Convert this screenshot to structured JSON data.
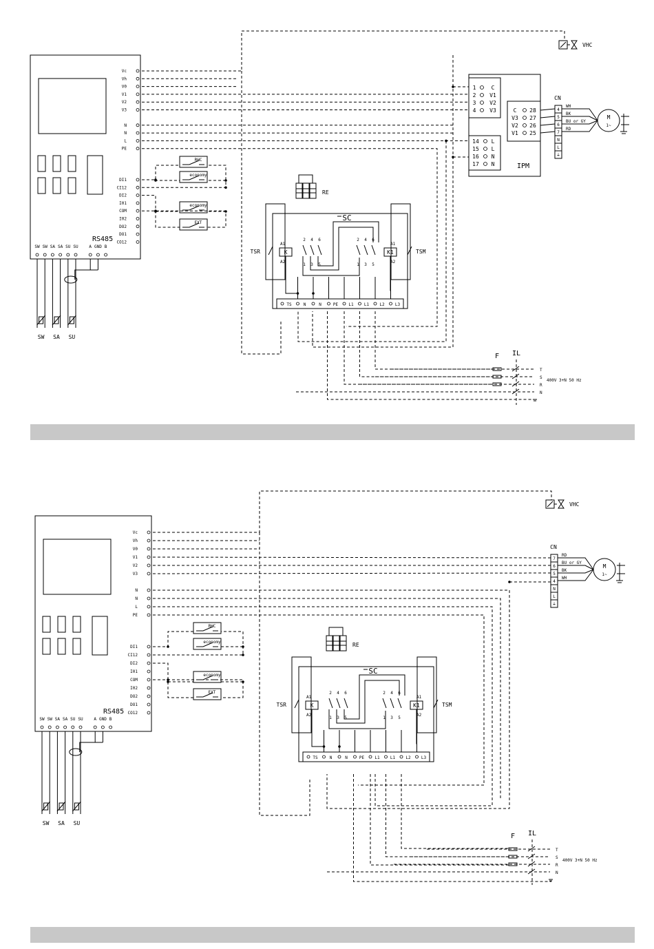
{
  "colors": {
    "ink": "#000000",
    "footer_bar": "#c8c8c8",
    "background": "#ffffff"
  },
  "diagram1": {
    "controller": {
      "pins_right": [
        "Vc",
        "Vh",
        "V0",
        "V1",
        "V2",
        "V3",
        "N",
        "N",
        "L",
        "PE",
        "DI1",
        "CI12",
        "DI2",
        "I01",
        "COM",
        "I02",
        "DO2",
        "DO1",
        "CO12"
      ],
      "bus_label": "RS485",
      "pins_bottom": [
        "SW",
        "SW",
        "SA",
        "SA",
        "SU",
        "SU",
        "A",
        "GND",
        "B"
      ]
    },
    "sensors": [
      "SW",
      "SA",
      "SU"
    ],
    "contacts": {
      "rhc": "RHC",
      "economy1": "economy",
      "economy2": "economy",
      "ext": "EXT"
    },
    "vhc": "VHC",
    "ipm": {
      "label": "IPM",
      "left_pins": [
        [
          "1",
          "C"
        ],
        [
          "2",
          "V1"
        ],
        [
          "3",
          "V2"
        ],
        [
          "4",
          "V3"
        ]
      ],
      "lower_pins": [
        [
          "14",
          "L"
        ],
        [
          "15",
          "L"
        ],
        [
          "16",
          "N"
        ],
        [
          "17",
          "N"
        ]
      ],
      "inner_pins": [
        [
          "C",
          "28"
        ],
        [
          "V3",
          "27"
        ],
        [
          "V2",
          "26"
        ],
        [
          "V1",
          "25"
        ]
      ]
    },
    "cn": {
      "label": "CN",
      "pins": [
        "4",
        "5",
        "6",
        "7",
        "N",
        "L",
        "⏚"
      ]
    },
    "wires": [
      "WH",
      "BK",
      "BU or GY",
      "RD"
    ],
    "motor": {
      "m": "M",
      "sym": "1~"
    },
    "re": "RE",
    "sc": "SC",
    "tsr": "TSR",
    "tsm": "TSM",
    "relay_k": "K",
    "relay_k1": "K1",
    "a1": "A1",
    "a2": "A2",
    "contact_top": [
      "2",
      "4",
      "6"
    ],
    "contact_bottom": [
      "1",
      "3",
      "5"
    ],
    "terminals": [
      "TS",
      "N",
      "N",
      "PE",
      "L1",
      "L1",
      "L2",
      "L3"
    ],
    "fuse": "F",
    "isolator": "IL",
    "phases": [
      "T",
      "S",
      "R",
      "N"
    ],
    "supply": "400V  3+N  50 Hz"
  },
  "diagram2": {
    "controller": {
      "pins_right": [
        "Vc",
        "Vh",
        "V0",
        "V1",
        "V2",
        "V3",
        "N",
        "N",
        "L",
        "PE",
        "DI1",
        "CI12",
        "DI2",
        "I01",
        "COM",
        "I02",
        "DO2",
        "DO1",
        "CO12"
      ],
      "bus_label": "RS485",
      "pins_bottom": [
        "SW",
        "SW",
        "SA",
        "SA",
        "SU",
        "SU",
        "A",
        "GND",
        "B"
      ]
    },
    "sensors": [
      "SW",
      "SA",
      "SU"
    ],
    "contacts": {
      "rhc": "RHC",
      "economy1": "economy",
      "economy2": "economy",
      "ext": "EXT"
    },
    "vhc": "VHC",
    "cn": {
      "label": "CN",
      "pins": [
        "7",
        "6",
        "5",
        "4",
        "N",
        "L",
        "⏚"
      ]
    },
    "wires": [
      "RD",
      "BU or GY",
      "BK",
      "WH"
    ],
    "motor": {
      "m": "M",
      "sym": "1~"
    },
    "re": "RE",
    "sc": "SC",
    "tsr": "TSR",
    "tsm": "TSM",
    "relay_k": "K",
    "relay_k1": "K1",
    "a1": "A1",
    "a2": "A2",
    "contact_top": [
      "2",
      "4",
      "6"
    ],
    "contact_bottom": [
      "1",
      "3",
      "5"
    ],
    "terminals": [
      "TS",
      "N",
      "N",
      "PE",
      "L1",
      "L1",
      "L2",
      "L3"
    ],
    "fuse": "F",
    "isolator": "IL",
    "phases": [
      "T",
      "S",
      "R",
      "N"
    ],
    "supply": "400V  3+N  50 Hz"
  }
}
